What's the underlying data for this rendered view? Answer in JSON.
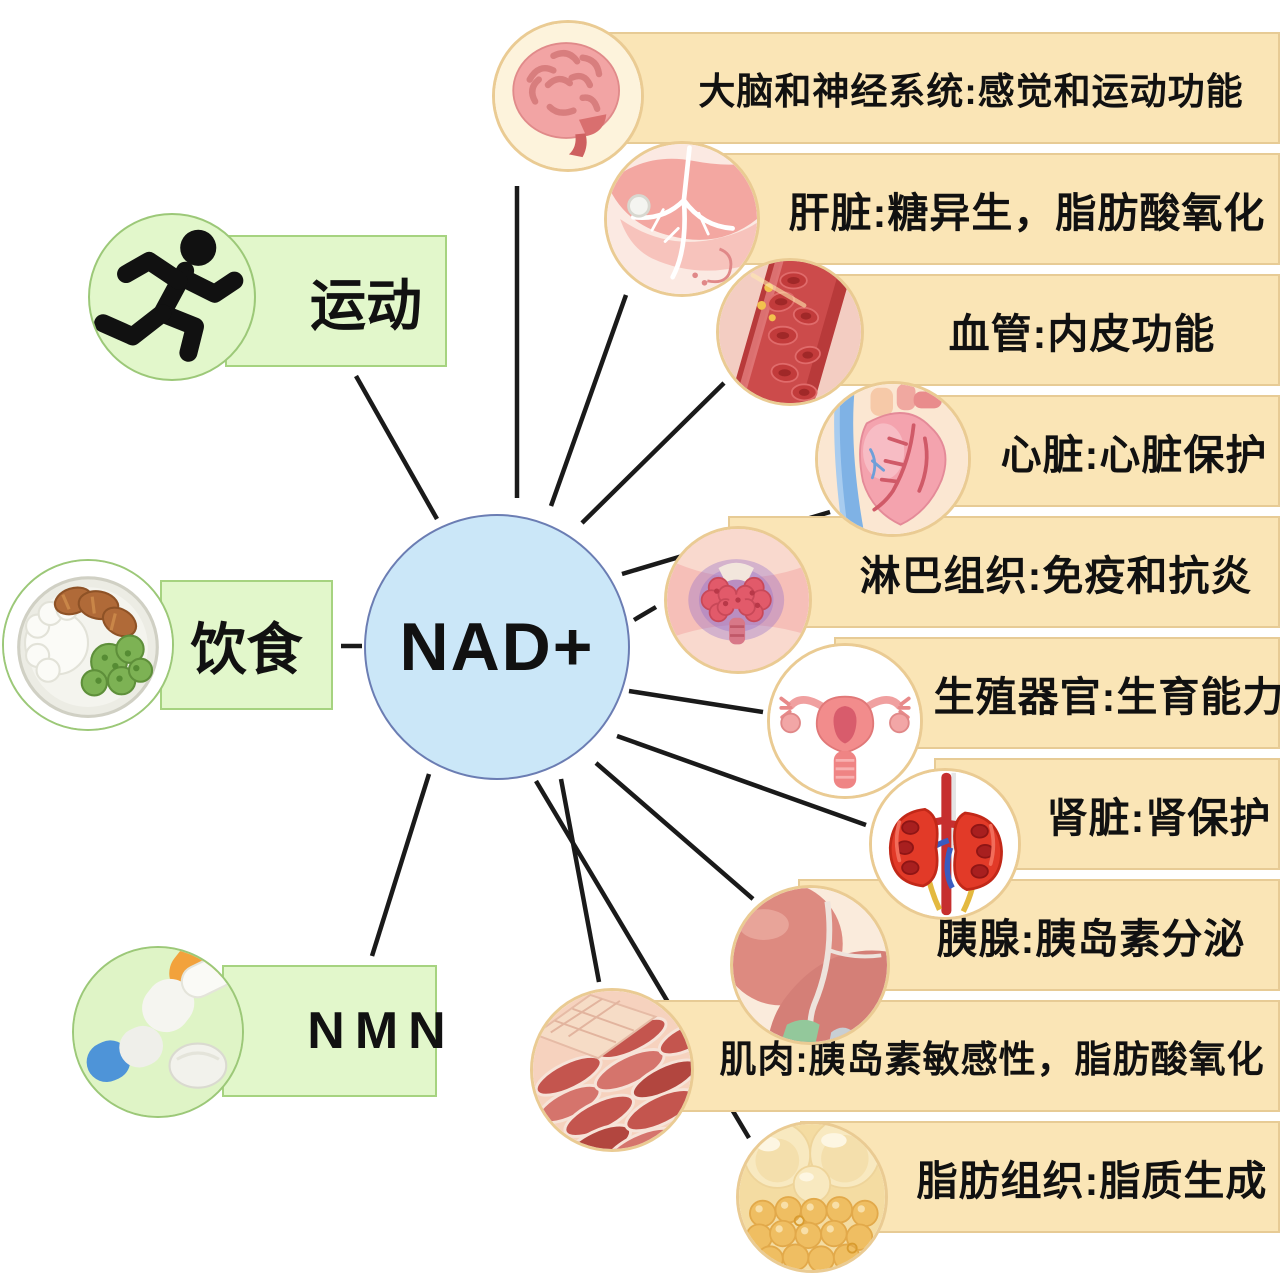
{
  "center": {
    "label": "NAD+"
  },
  "inputs": [
    {
      "id": "exercise",
      "label": "运动",
      "icon": "runner-icon"
    },
    {
      "id": "diet",
      "label": "饮食",
      "icon": "food-bowl-icon"
    },
    {
      "id": "nmn",
      "label": "NMN",
      "icon": "pills-icon"
    }
  ],
  "organs": [
    {
      "id": "brain",
      "label": "大脑和神经系统:感觉和运动功能",
      "icon": "brain-icon"
    },
    {
      "id": "liver",
      "label": "肝脏:糖异生，脂肪酸氧化",
      "icon": "liver-icon"
    },
    {
      "id": "vessel",
      "label": "血管:内皮功能",
      "icon": "blood-vessel-icon"
    },
    {
      "id": "heart",
      "label": "心脏:心脏保护",
      "icon": "heart-icon"
    },
    {
      "id": "lymph",
      "label": "淋巴组织:免疫和抗炎",
      "icon": "lymph-tissue-icon"
    },
    {
      "id": "reproductive",
      "label": "生殖器官:生育能力",
      "icon": "uterus-icon"
    },
    {
      "id": "kidney",
      "label": "肾脏:肾保护",
      "icon": "kidney-icon"
    },
    {
      "id": "pancreas",
      "label": "胰腺:胰岛素分泌",
      "icon": "pancreas-icon"
    },
    {
      "id": "muscle",
      "label": "肌肉:胰岛素敏感性，脂肪酸氧化",
      "icon": "muscle-icon"
    },
    {
      "id": "adipose",
      "label": "脂肪组织:脂质生成",
      "icon": "adipose-icon"
    }
  ],
  "colors": {
    "bar_fill": "#FAE5B6",
    "bar_border": "#E7CB95",
    "circle_border": "#EACB93",
    "green_fill": "#E2F7CB",
    "green_border": "#A6D380",
    "hub_fill": "#CBE7F8",
    "hub_border": "#6B7DB3",
    "line": "#1A1A1A",
    "text": "#111111"
  }
}
